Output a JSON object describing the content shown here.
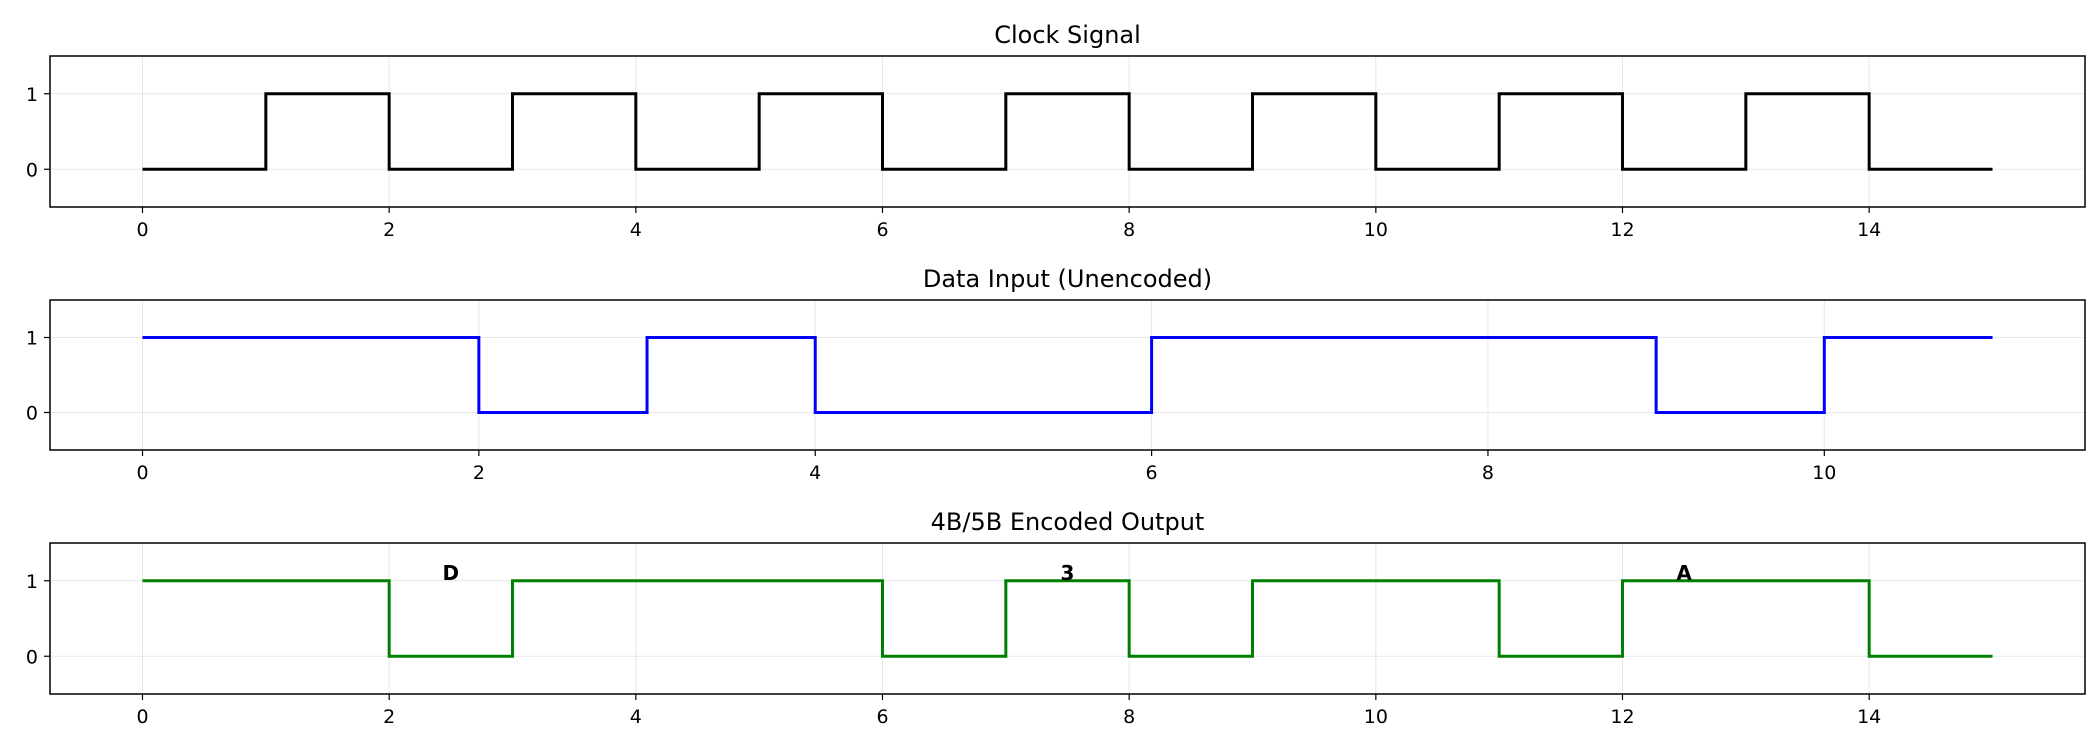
{
  "chart_data": [
    {
      "type": "line",
      "step": true,
      "title": "Clock Signal",
      "color": "#000000",
      "x": [
        0,
        1,
        2,
        3,
        4,
        5,
        6,
        7,
        8,
        9,
        10,
        11,
        12,
        13,
        14,
        15
      ],
      "y": [
        0,
        1,
        0,
        1,
        0,
        1,
        0,
        1,
        0,
        1,
        0,
        1,
        0,
        1,
        0,
        0
      ],
      "xlim": [
        -0.75,
        15.75
      ],
      "ylim": [
        -0.5,
        1.5
      ],
      "xticks": [
        0,
        2,
        4,
        6,
        8,
        10,
        12,
        14
      ],
      "yticks": [
        0,
        1
      ],
      "grid": true,
      "annotations": []
    },
    {
      "type": "line",
      "step": true,
      "title": "Data Input (Unencoded)",
      "color": "#0000ff",
      "x": [
        0,
        1,
        2,
        3,
        4,
        5,
        6,
        7,
        8,
        9,
        10,
        11
      ],
      "y": [
        1,
        1,
        0,
        1,
        0,
        0,
        1,
        1,
        1,
        0,
        1,
        1
      ],
      "xlim": [
        -0.55,
        11.55
      ],
      "ylim": [
        -0.5,
        1.5
      ],
      "xticks": [
        0,
        2,
        4,
        6,
        8,
        10
      ],
      "yticks": [
        0,
        1
      ],
      "grid": true,
      "annotations": []
    },
    {
      "type": "line",
      "step": true,
      "title": "4B/5B Encoded Output",
      "color": "#008000",
      "x": [
        0,
        1,
        2,
        3,
        4,
        5,
        6,
        7,
        8,
        9,
        10,
        11,
        12,
        13,
        14,
        15
      ],
      "y": [
        1,
        1,
        0,
        1,
        1,
        1,
        0,
        1,
        0,
        1,
        1,
        0,
        1,
        1,
        0,
        0
      ],
      "xlim": [
        -0.75,
        15.75
      ],
      "ylim": [
        -0.5,
        1.5
      ],
      "xticks": [
        0,
        2,
        4,
        6,
        8,
        10,
        12,
        14
      ],
      "yticks": [
        0,
        1
      ],
      "grid": true,
      "annotations": [
        {
          "text": "D",
          "x": 2.5,
          "y": 1.1
        },
        {
          "text": "3",
          "x": 7.5,
          "y": 1.1
        },
        {
          "text": "A",
          "x": 12.5,
          "y": 1.1
        }
      ]
    }
  ]
}
